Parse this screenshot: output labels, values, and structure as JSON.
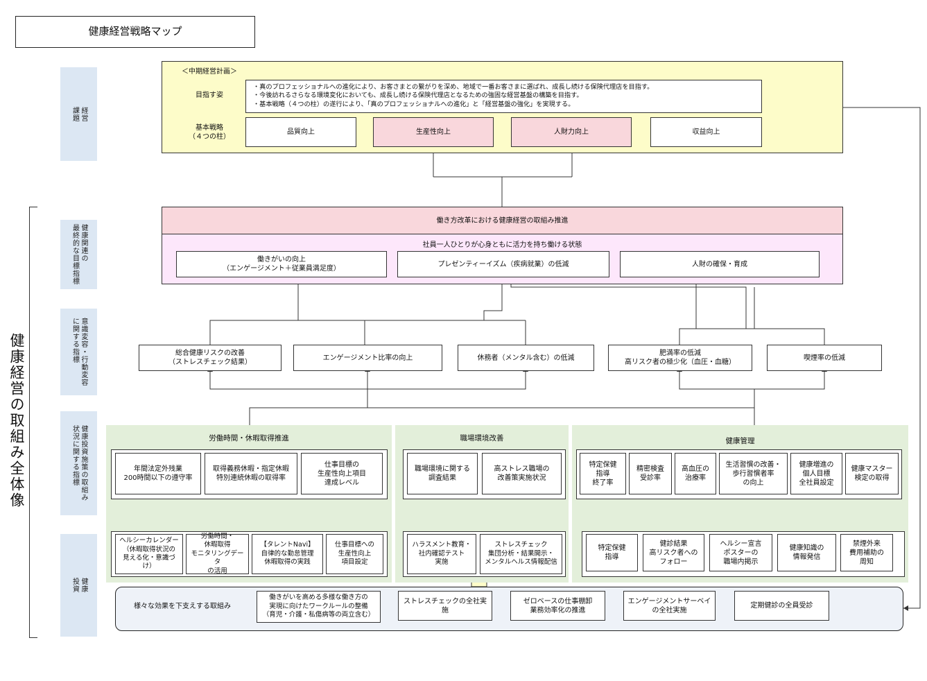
{
  "title": "健康経営戦略マップ",
  "side_title": "健康経営の取組み全体像",
  "row_tags": [
    "経営\n課題",
    "健康関連の\n最終的な目標指標",
    "意識変容・行動変容\nに関する指標",
    "健康投資施策の取組み\n状況に関する指標",
    "健康\n投資"
  ],
  "top": {
    "plan_label": "＜中期経営計画＞",
    "vision_label": "目指す姿",
    "vision_lines": [
      "・真のプロフェッショナルへの進化により、お客さまとの繋がりを深め、地域で一番お客さまに選ばれ、成長し続ける保険代理店を目指す。",
      "・今後訪れるさらなる環境変化においても、成長し続ける保険代理店となるための強固な経営基盤の構築を目指す。",
      "・基本戦略（４つの柱）の遂行により、「真のプロフェッショナルへの進化」と「経営基盤の強化」を実現する。"
    ],
    "strategy_label": "基本戦略\n（４つの柱）",
    "pillars": [
      "品質向上",
      "生産性向上",
      "人財力向上",
      "収益向上"
    ]
  },
  "goal": {
    "banner": "働き方改革における健康経営の取組み推進",
    "state": "社員一人ひとりが心身ともに活力を持ち働ける状態",
    "items": [
      "働きがいの向上\n（エンゲージメント＋従業員満足度）",
      "プレゼンティーイズム（疾病就業）の低減",
      "人財の確保・育成"
    ]
  },
  "indicators": [
    "総合健康リスクの改善\n（ストレスチェック結果）",
    "エンゲージメント比率の向上",
    "休務者（メンタル含む）の低減",
    "肥満率の低減\n高リスク者の極少化（血圧・血糖）",
    "喫煙率の低減"
  ],
  "groups": [
    {
      "title": "労働時間・休暇取得推進",
      "metrics": [
        "年間法定外残業\n200時間以下の遵守率",
        "取得義務休暇・指定休暇\n特別連続休暇の取得率",
        "仕事目標の\n生産性向上項目\n達成レベル"
      ],
      "actions": [
        "ヘルシーカレンダー\n（休暇取得状況の\n見える化・意識づ\nけ）",
        "労働時間・\n休暇取得\nモニタリングデータ\nの活用",
        "【タレントNavi】\n自律的な勤怠管理\n休暇取得の実践",
        "仕事目標への\n生産性向上\n項目設定"
      ]
    },
    {
      "title": "職場環境改善",
      "metrics": [
        "職場環境に関する\n調査結果",
        "高ストレス職場の\n改善策実施状況"
      ],
      "actions": [
        "ハラスメント教育・\n社内確認テスト\n実施",
        "ストレスチェック\n集団分析・結果開示・\nメンタルヘルス情報配信"
      ]
    },
    {
      "title": "健康管理",
      "metrics": [
        "特定保健\n指導\n終了率",
        "精密検査\n受診率",
        "高血圧の\n治療率",
        "生活習慣の改善・\n歩行習慣者率\nの向上",
        "健康増進の\n個人目標\n全社員設定",
        "健康マスター\n検定の取得"
      ],
      "actions": [
        "特定保健\n指導",
        "健診結果\n高リスク者への\nフォロー",
        "ヘルシー宣言\nポスターの\n職場内掲示",
        "健康知識の\n情報発信",
        "禁煙外来\n費用補助の\n周知"
      ]
    }
  ],
  "foundation": {
    "label": "様々な効果を下支えする取組み",
    "items": [
      "働きがいを高める多様な働き方の\n実現に向けたワークルールの整備\n（育児・介護・私傷病等の両立含む）",
      "ストレスチェックの全社実施",
      "ゼロベースの仕事棚卸\n業務効率化の推進",
      "エンゲージメントサーベイ\nの全社実施",
      "定期健診の全員受診"
    ]
  },
  "colors": {
    "top_bg": "#fdfcc9",
    "goal_banner": "#f9d7dc",
    "goal_bg": "#fde7fb",
    "group_bg": "#e3efda",
    "tag_bg": "#dce7f3",
    "foundation_bg": "#eef2f8",
    "line": "#333333"
  }
}
